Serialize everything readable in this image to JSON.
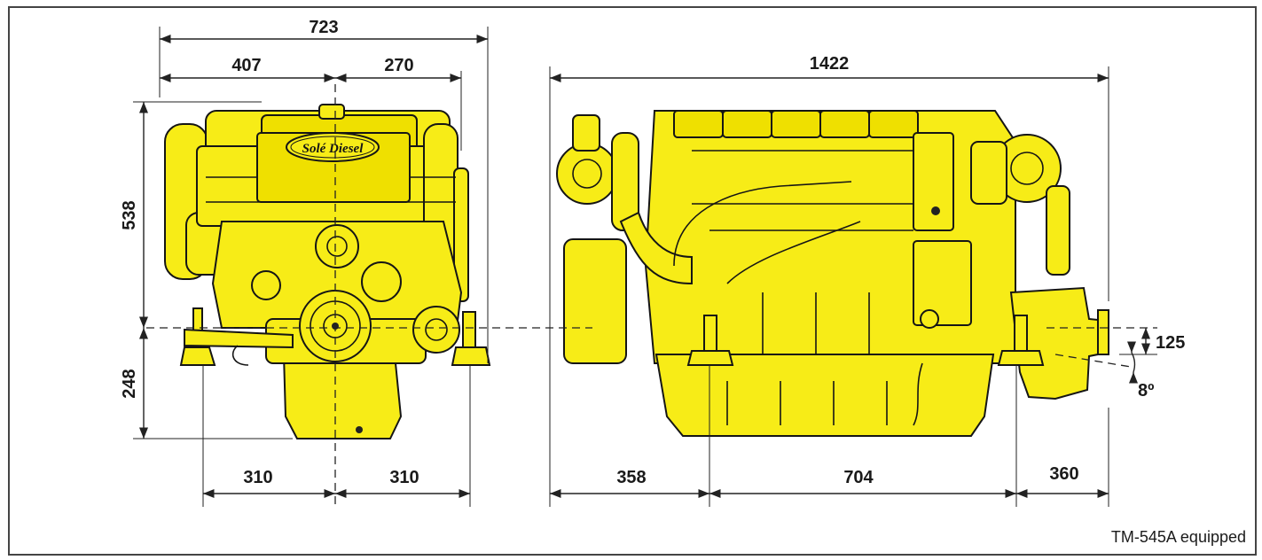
{
  "diagram": {
    "front_view": {
      "overall_width": "723",
      "left_half_top": "407",
      "right_half_top": "270",
      "height_above_centerline": "538",
      "height_below_centerline": "248",
      "mount_left": "310",
      "mount_right": "310",
      "logo_text": "Solé Diesel"
    },
    "side_view": {
      "overall_length": "1422",
      "front_to_mount": "358",
      "mount_spacing": "704",
      "mount_to_rear": "360",
      "output_offset": "125",
      "tilt_angle": "8º"
    },
    "caption": "TM-545A equipped"
  },
  "colors": {
    "engine": "#f7ec17",
    "line": "#151515",
    "frame": "#444444"
  }
}
